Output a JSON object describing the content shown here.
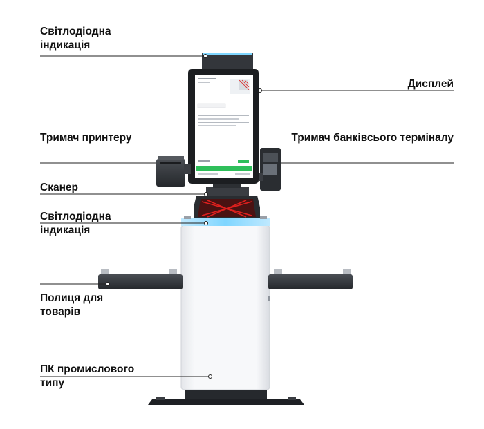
{
  "labels": {
    "led_top": "Світлодіодна індикація",
    "display": "Дисплей",
    "printer_holder": "Тримач принтеру",
    "terminal_holder": "Тримач банківсього терміналу",
    "scanner": "Сканер",
    "led_middle": "Світлодіодна індикація",
    "shelf": "Полиця для товарів",
    "pc": "ПК промислового типу"
  },
  "colors": {
    "text": "#111111",
    "line": "#222222",
    "body_light": "#f2f3f5",
    "body_shade": "#d8dbe0",
    "dark": "#2f3236",
    "led": "#7fd6ff",
    "scanner_red": "#e0201e",
    "screen_green": "#2fbf5b"
  }
}
